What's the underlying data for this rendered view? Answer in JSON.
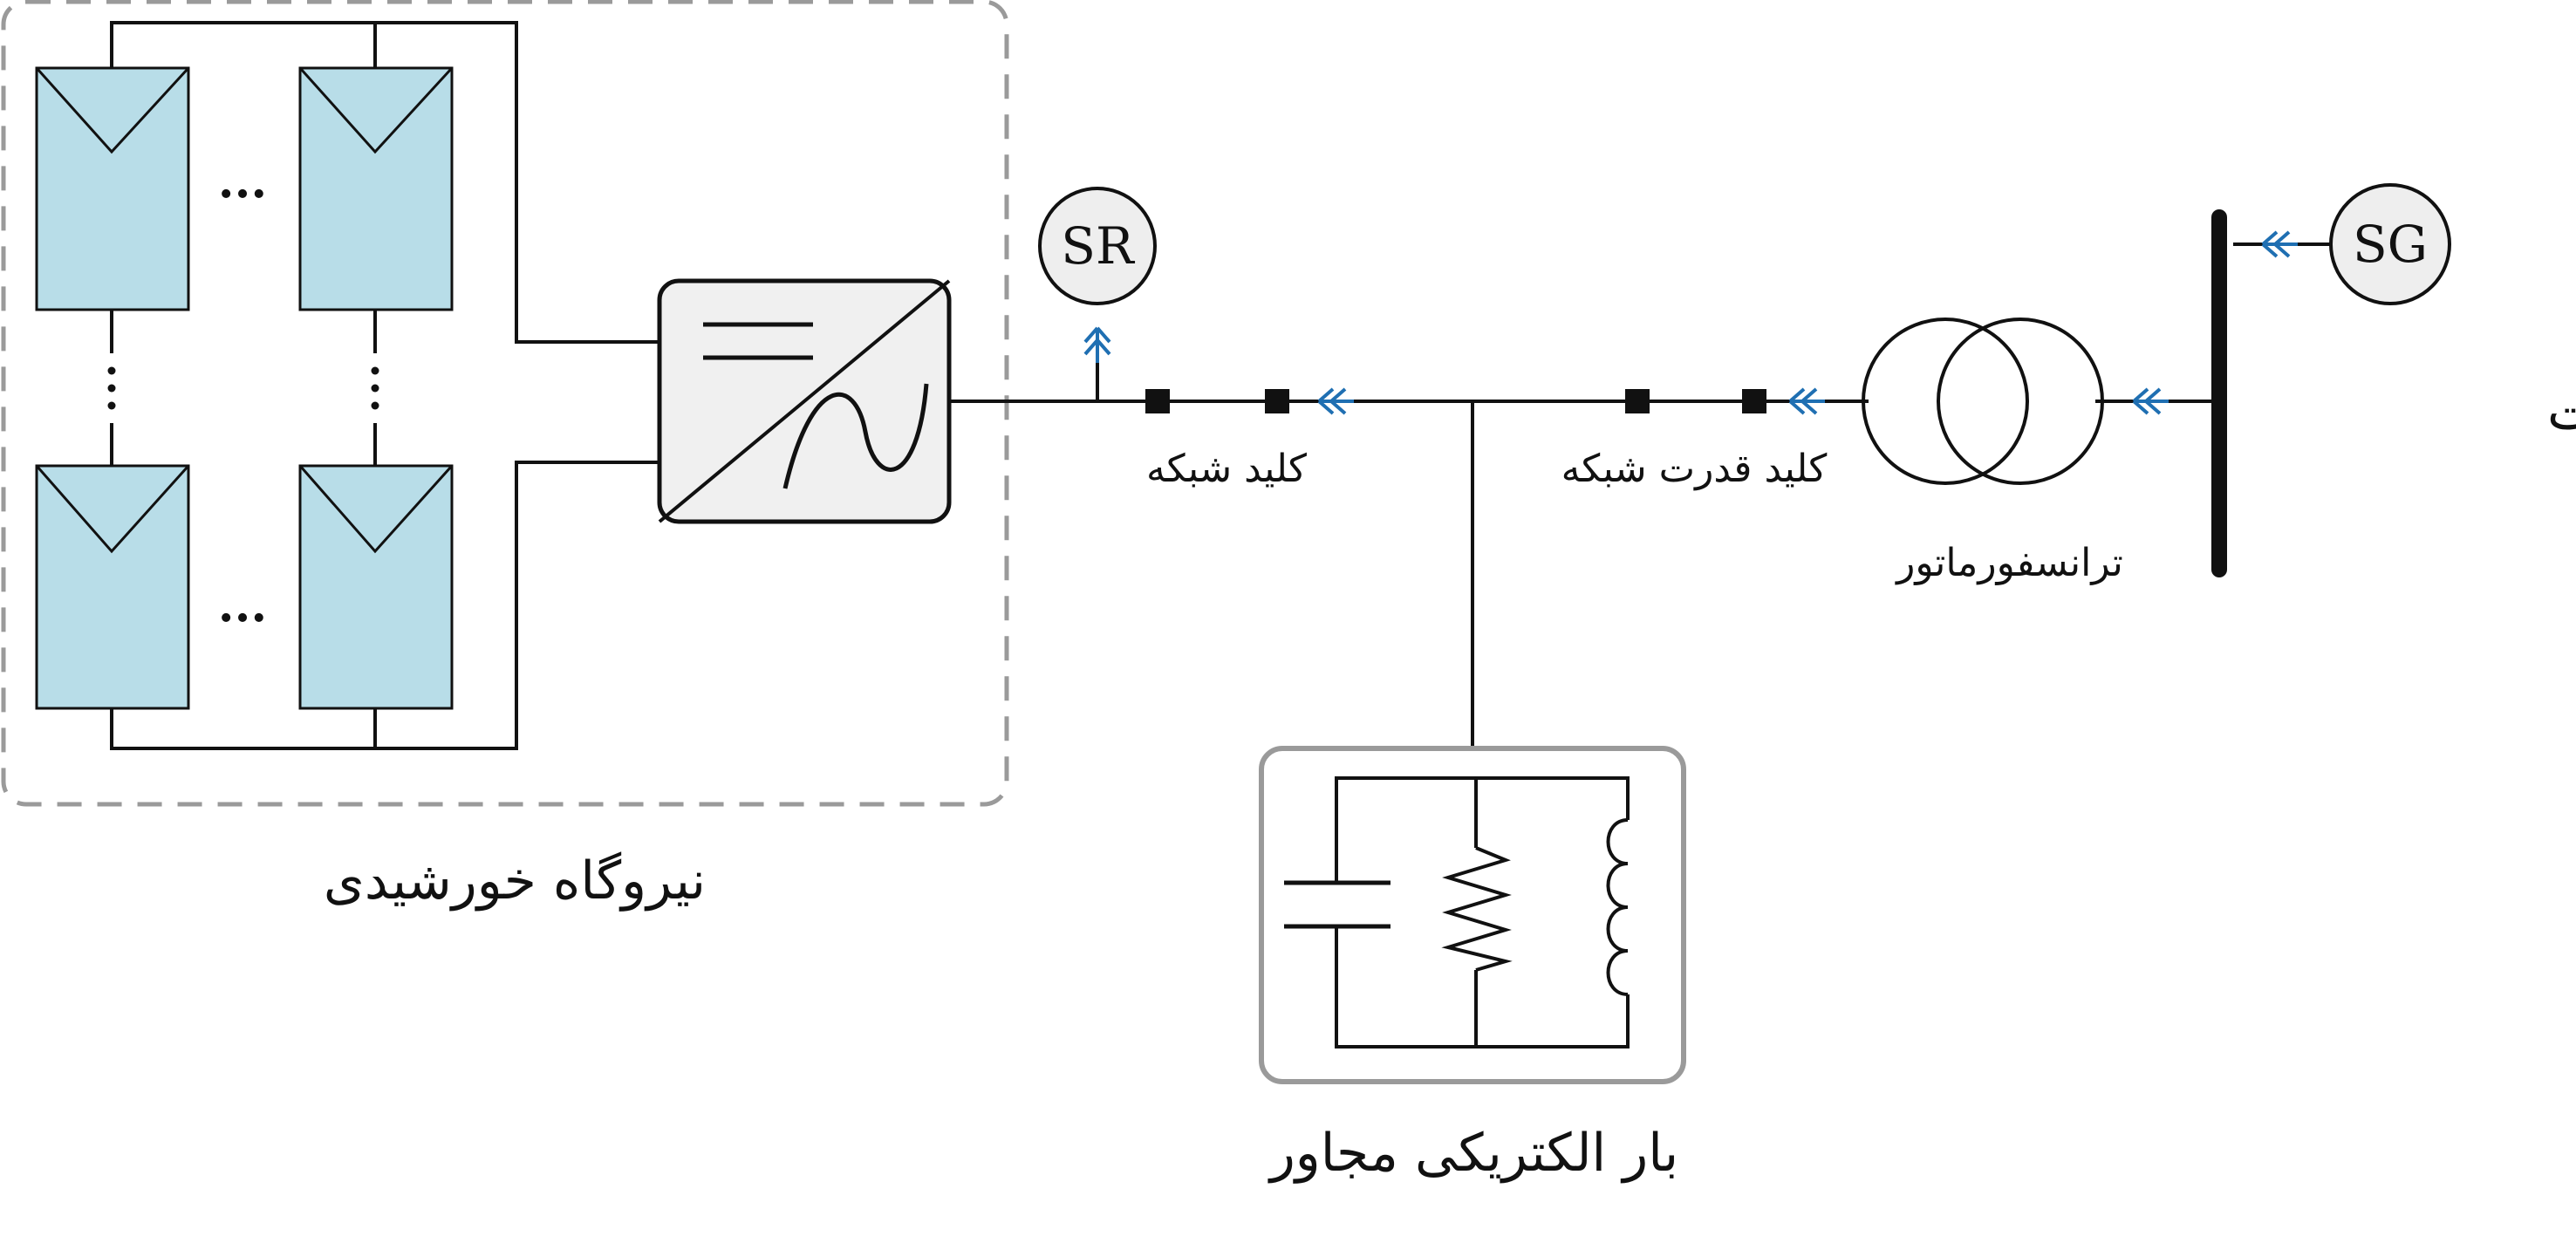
{
  "labels": {
    "solar_plant": "نیروگاه خورشیدی",
    "neighbor_load": "بار الکتریکی مجاور",
    "upstream_substation": "پست بالادست",
    "transformer": "ترانسفورماتور",
    "grid_switch": "کلید شبکه",
    "grid_power_switch": "کلید قدرت شبکه",
    "sr": "SR",
    "sg": "SG",
    "ellipsis": "..."
  },
  "colors": {
    "line": "#111111",
    "panel_fill": "#b8dde8",
    "inverter_fill": "#f0f0f0",
    "dashed_border": "#9a9a9a",
    "load_border": "#9a9a9a",
    "arrow": "#1f6fb2",
    "source_fill": "#eeeeee"
  }
}
